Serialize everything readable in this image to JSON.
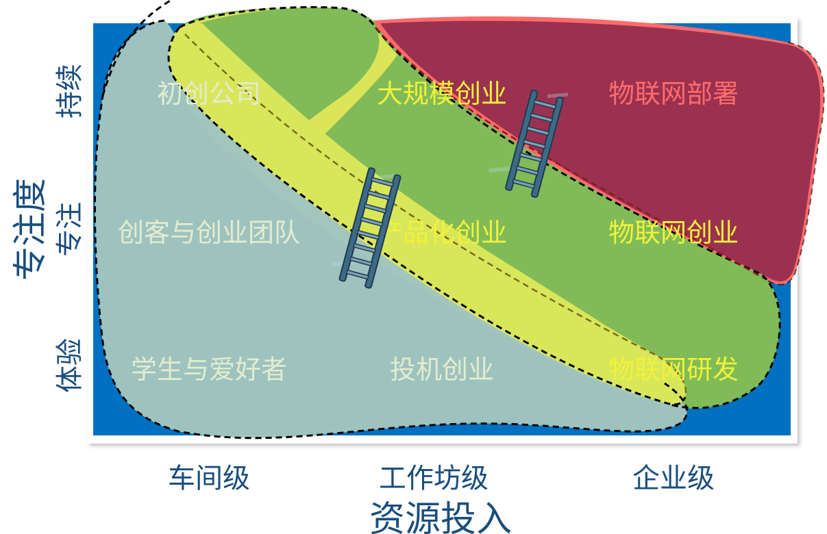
{
  "axes": {
    "x_title": "资源投入",
    "x_ticks": [
      "车间级",
      "工作坊级",
      "企业级"
    ],
    "y_title": "专注度",
    "y_ticks": [
      "持续",
      "专注",
      "体验"
    ]
  },
  "regions": {
    "startup": "初创公司",
    "large_scale": "大规模创业",
    "iot_deploy": "物联网部署",
    "maker": "创客与创业团队",
    "product": "产品化创业",
    "iot_startup": "物联网创业",
    "students": "学生与爱好者",
    "speculative": "投机创业",
    "iot_rnd": "物联网研发"
  },
  "colors": {
    "background": "#0070c0",
    "experience_zone": "#a3c6bf",
    "product_band": "#d9e65a",
    "startup_zone": "#80bb58",
    "deploy_zone": "#932c4e",
    "deploy_edge": "#ff6b6b",
    "axis_text": "#1a4e7e",
    "ladder": "#3d6a86"
  },
  "icons": [
    "ladder-icon",
    "ladder-icon"
  ]
}
